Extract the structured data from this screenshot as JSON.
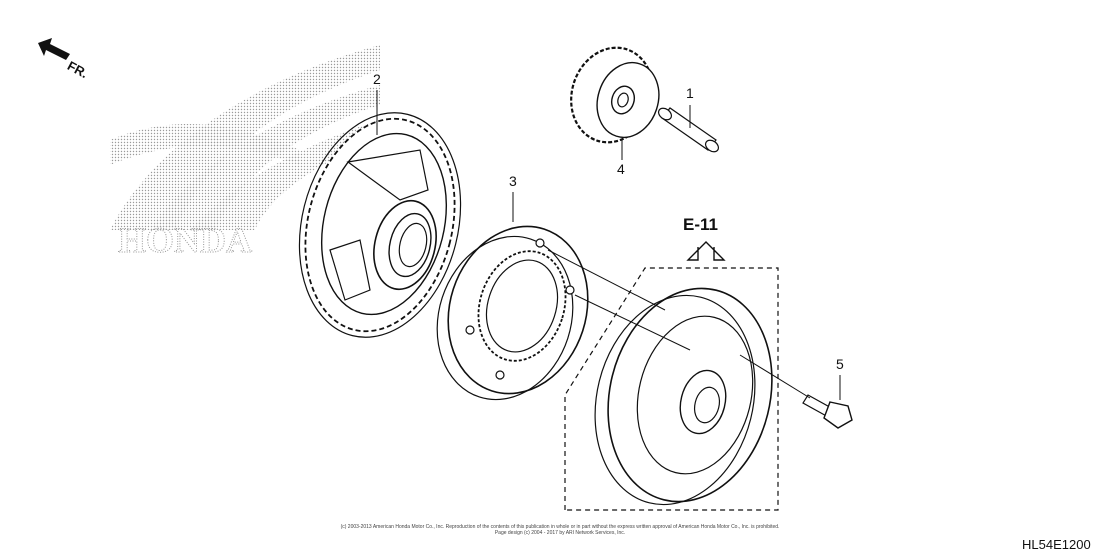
{
  "callouts": {
    "c1": "1",
    "c2": "2",
    "c3": "3",
    "c4": "4",
    "c5": "5"
  },
  "reference": {
    "label": "E-11"
  },
  "direction": {
    "label": "FR."
  },
  "diagram_code": "HL54E1200",
  "watermark": {
    "text": "HONDA"
  },
  "copyright": {
    "line1": "(c) 2003-2013 American Honda Motor Co., Inc. Reproduction of the contents of this publication in whole or in part without the express written approval of American Honda Motor Co., Inc. is prohibited.",
    "line2": "Page design (c) 2004 - 2017 by ARI Network Services, Inc."
  }
}
